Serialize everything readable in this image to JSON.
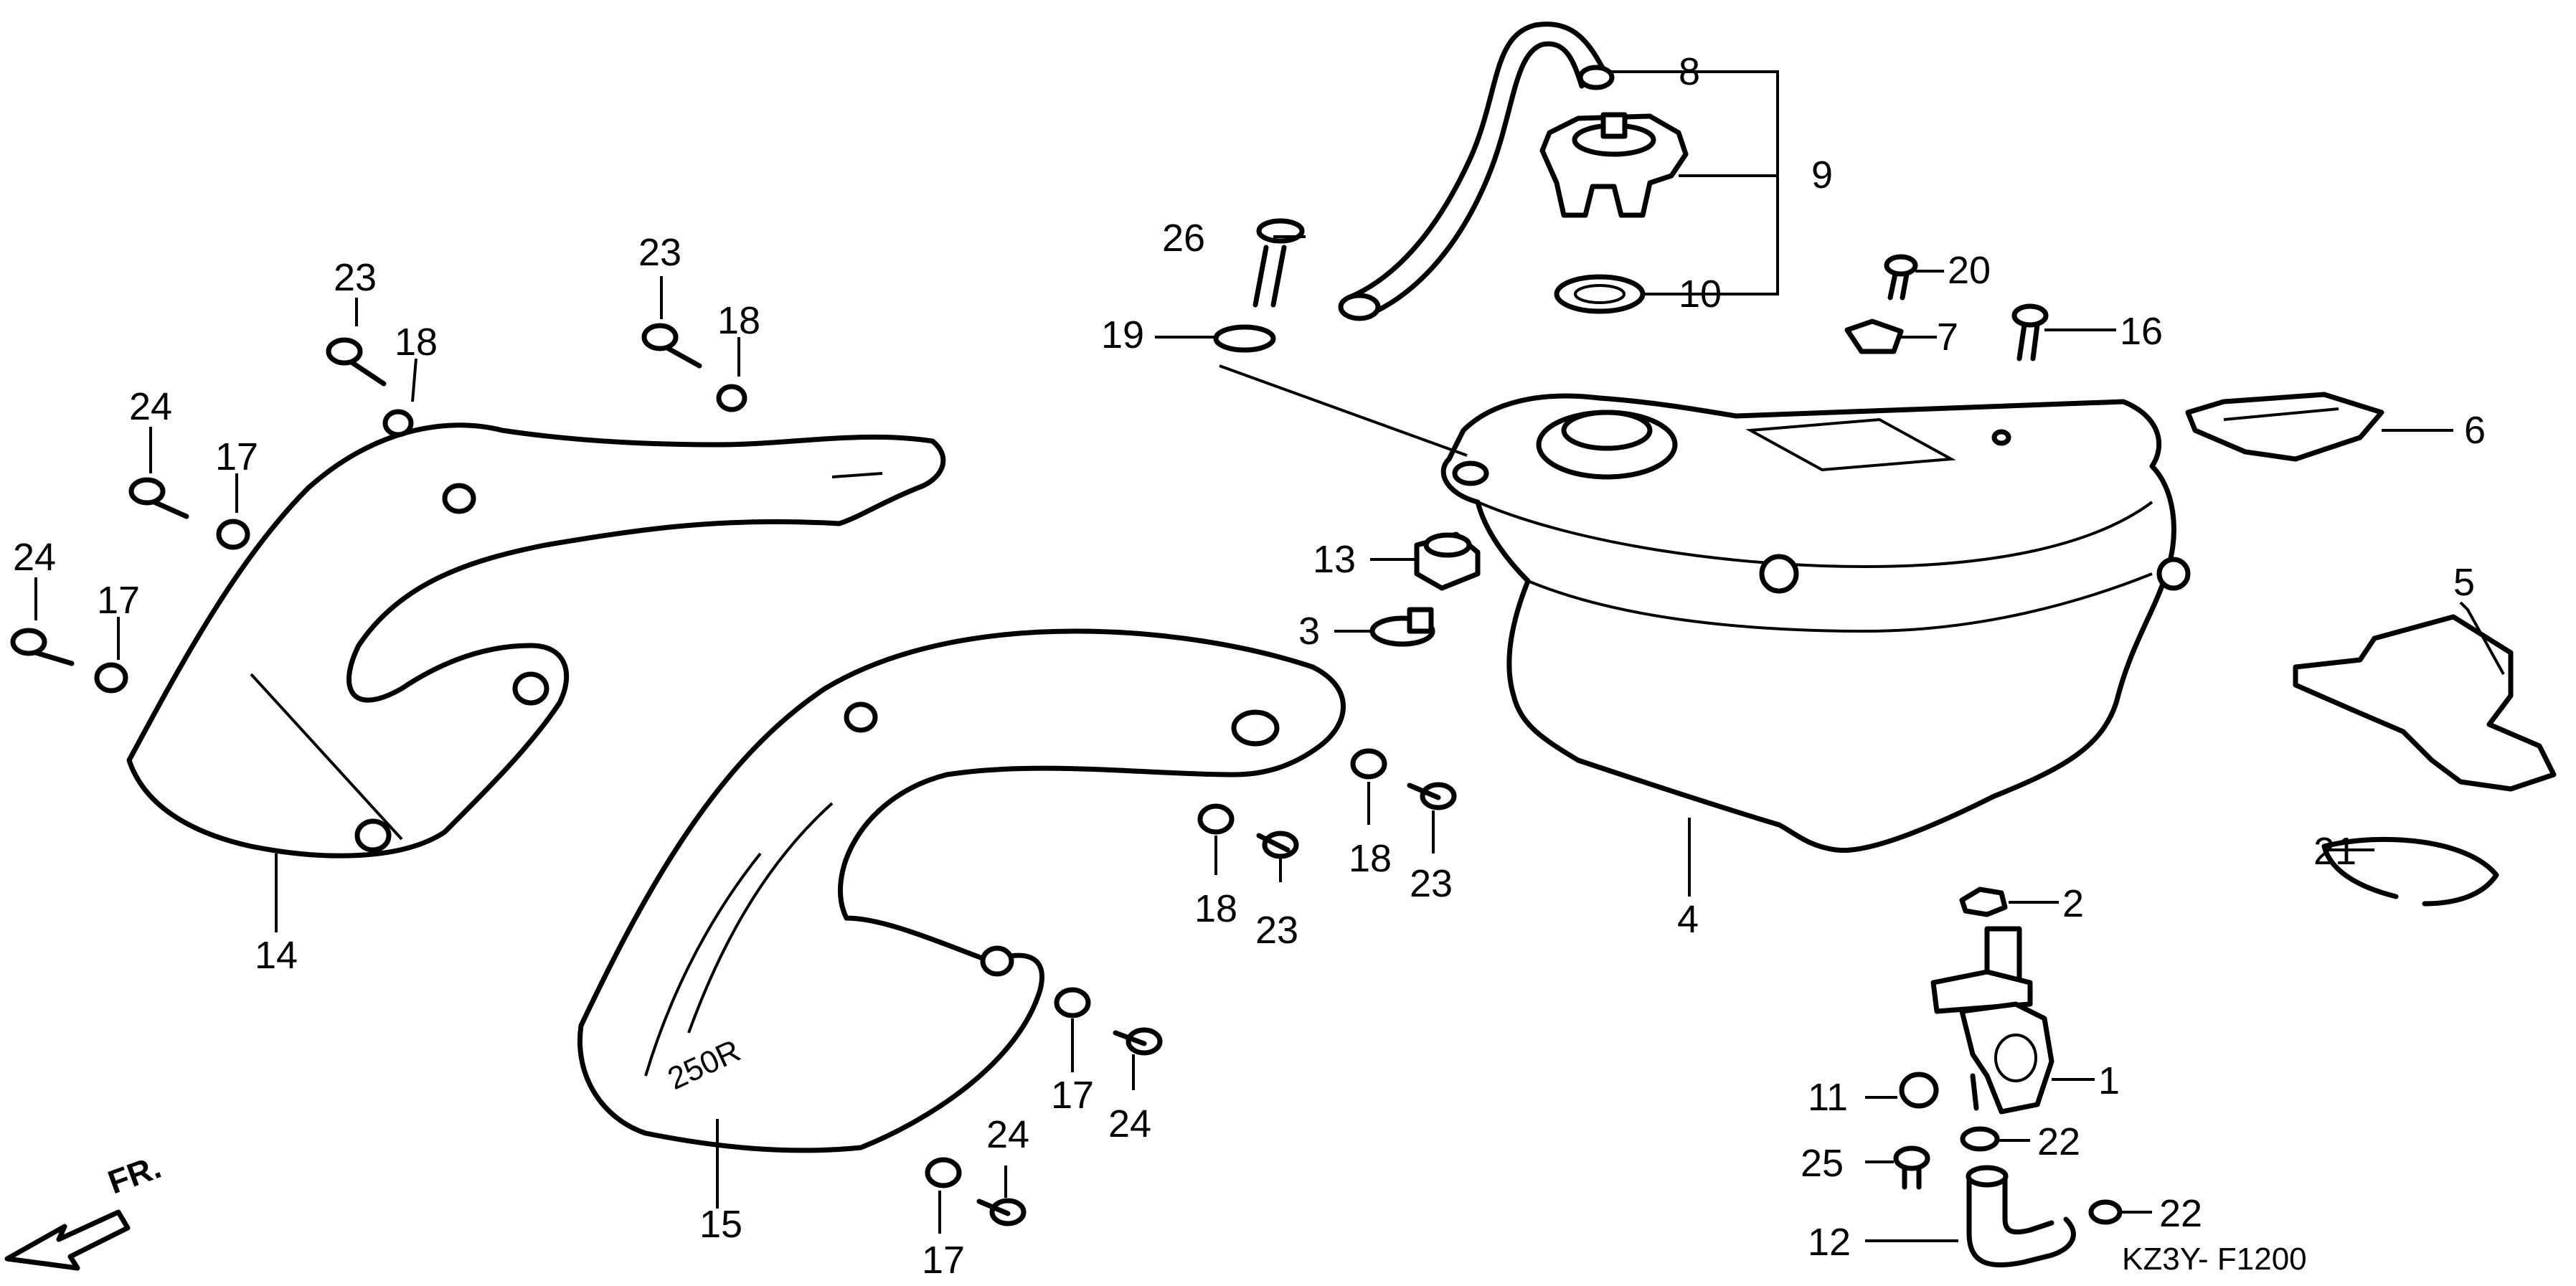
{
  "diagram": {
    "code": "KZ3Y- F1200",
    "direction_label": "FR.",
    "shroud_logo_text": "250R"
  },
  "callouts": {
    "c1": "1",
    "c2": "2",
    "c3": "3",
    "c4": "4",
    "c5": "5",
    "c6": "6",
    "c7": "7",
    "c8": "8",
    "c9": "9",
    "c10": "10",
    "c11": "11",
    "c12": "12",
    "c13": "13",
    "c14": "14",
    "c15": "15",
    "c16": "16",
    "c17a": "17",
    "c17b": "17",
    "c17c": "17",
    "c17d": "17",
    "c18a": "18",
    "c18b": "18",
    "c18c": "18",
    "c18d": "18",
    "c19": "19",
    "c20": "20",
    "c21": "21",
    "c22a": "22",
    "c22b": "22",
    "c23a": "23",
    "c23b": "23",
    "c23c": "23",
    "c23d": "23",
    "c24a": "24",
    "c24b": "24",
    "c24c": "24",
    "c24d": "24",
    "c25": "25",
    "c26": "26"
  }
}
